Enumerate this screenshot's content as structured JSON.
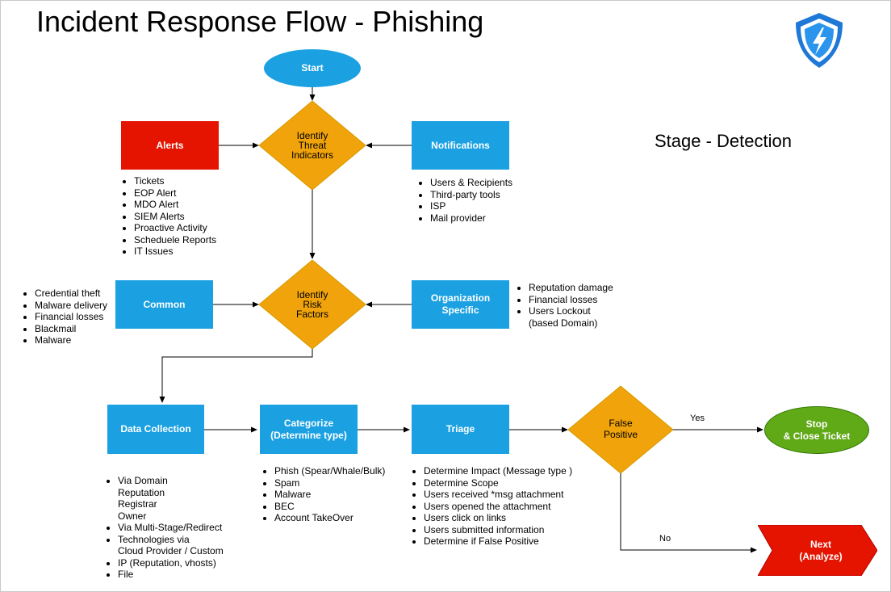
{
  "title": "Incident Response Flow - Phishing",
  "stage": "Stage - Detection",
  "colors": {
    "blue": "#1ba1e2",
    "red": "#e51400",
    "orange": "#f0a30a",
    "green": "#60a917"
  },
  "nodes": {
    "start": "Start",
    "identify_threat": "Identify\nThreat\nIndicators",
    "alerts": "Alerts",
    "notifications": "Notifications",
    "identify_risk": "Identify\nRisk\nFactors",
    "common": "Common",
    "org_specific": "Organization\nSpecific",
    "data_collection": "Data Collection",
    "categorize": "Categorize\n(Determine type)",
    "triage": "Triage",
    "false_positive": "False\nPositive",
    "stop": "Stop\n& Close Ticket",
    "next": "Next\n(Analyze)"
  },
  "edges": {
    "yes": "Yes",
    "no": "No"
  },
  "lists": {
    "alerts": [
      "Tickets",
      "EOP Alert",
      "MDO Alert",
      "SIEM Alerts",
      "Proactive Activity",
      "Scheduele Reports",
      "IT Issues"
    ],
    "notifications": [
      "Users & Recipients",
      "Third-party tools",
      "ISP",
      "Mail provider"
    ],
    "common": [
      "Credential theft",
      "Malware delivery",
      "Financial losses",
      "Blackmail",
      "Malware"
    ],
    "org_specific": [
      "Reputation damage",
      "Financial losses",
      "Users Lockout",
      "(based Domain)"
    ],
    "data_collection": [
      "Via Domain",
      "Reputation",
      "Registrar",
      "Owner",
      "Via Multi-Stage/Redirect",
      "Technologies via",
      "Cloud Provider / Custom",
      "IP (Reputation, vhosts)",
      "File"
    ],
    "categorize": [
      "Phish (Spear/Whale/Bulk)",
      "Spam",
      "Malware",
      "BEC",
      "Account TakeOver"
    ],
    "triage": [
      "Determine Impact (Message type )",
      "Determine Scope",
      "Users received *msg attachment",
      "Users opened the attachment",
      "Users click on links",
      "Users submitted information",
      "Determine if False Positive"
    ]
  },
  "icon": "shield-lightning-icon"
}
